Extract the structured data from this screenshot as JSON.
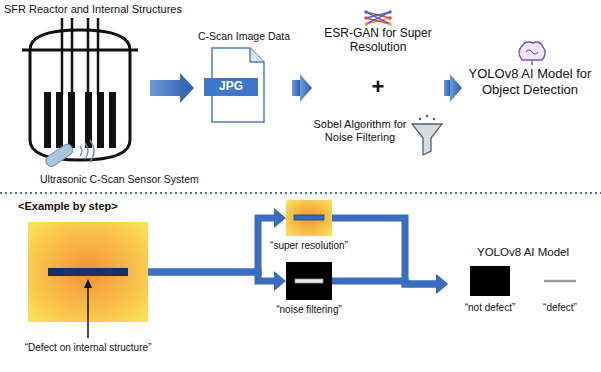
{
  "diagram": {
    "nodes": [
      {
        "text": [
          "C-Scan Image Data",
          "JPG"
        ]
      },
      {
        "text": [
          "+"
        ]
      },
      {
        "text": [
          "ESR-GAN for Super Resolution"
        ],
        "in": 1
      },
      {
        "text": [
          "Sobel Algorithm for Noise Filtering"
        ],
        "in": 1
      },
      {
        "text": [
          "YOLOv8 AI Model for Object Detection"
        ]
      },
      {
        "text": [
          "“Defect on internal structure”"
        ]
      },
      {
        "text": [
          "“super resolution”"
        ]
      },
      {
        "text": [
          "“noise filtering”"
        ]
      },
      {
        "text": [
          "YOLOv8 AI Model"
        ]
      },
      {
        "text": [
          "“not defect”"
        ],
        "in": 8
      },
      {
        "text": [
          "“defect”"
        ],
        "in": 8
      }
    ],
    "edges": [
      {
        "from": 0,
        "to": 1,
        "arrow": "to"
      },
      {
        "from": 1,
        "to": 4,
        "arrow": "to"
      },
      {
        "from": 5,
        "to": 6,
        "arrow": "to"
      },
      {
        "from": 5,
        "to": 7,
        "arrow": "to"
      },
      {
        "from": 6,
        "to": 8,
        "arrow": "to"
      },
      {
        "from": 7,
        "to": 8,
        "arrow": "to"
      }
    ],
    "labels": [
      "SFR Reactor and Internal Structures",
      "Ultrasonic C-Scan Sensor System",
      "<Example by step>"
    ]
  }
}
